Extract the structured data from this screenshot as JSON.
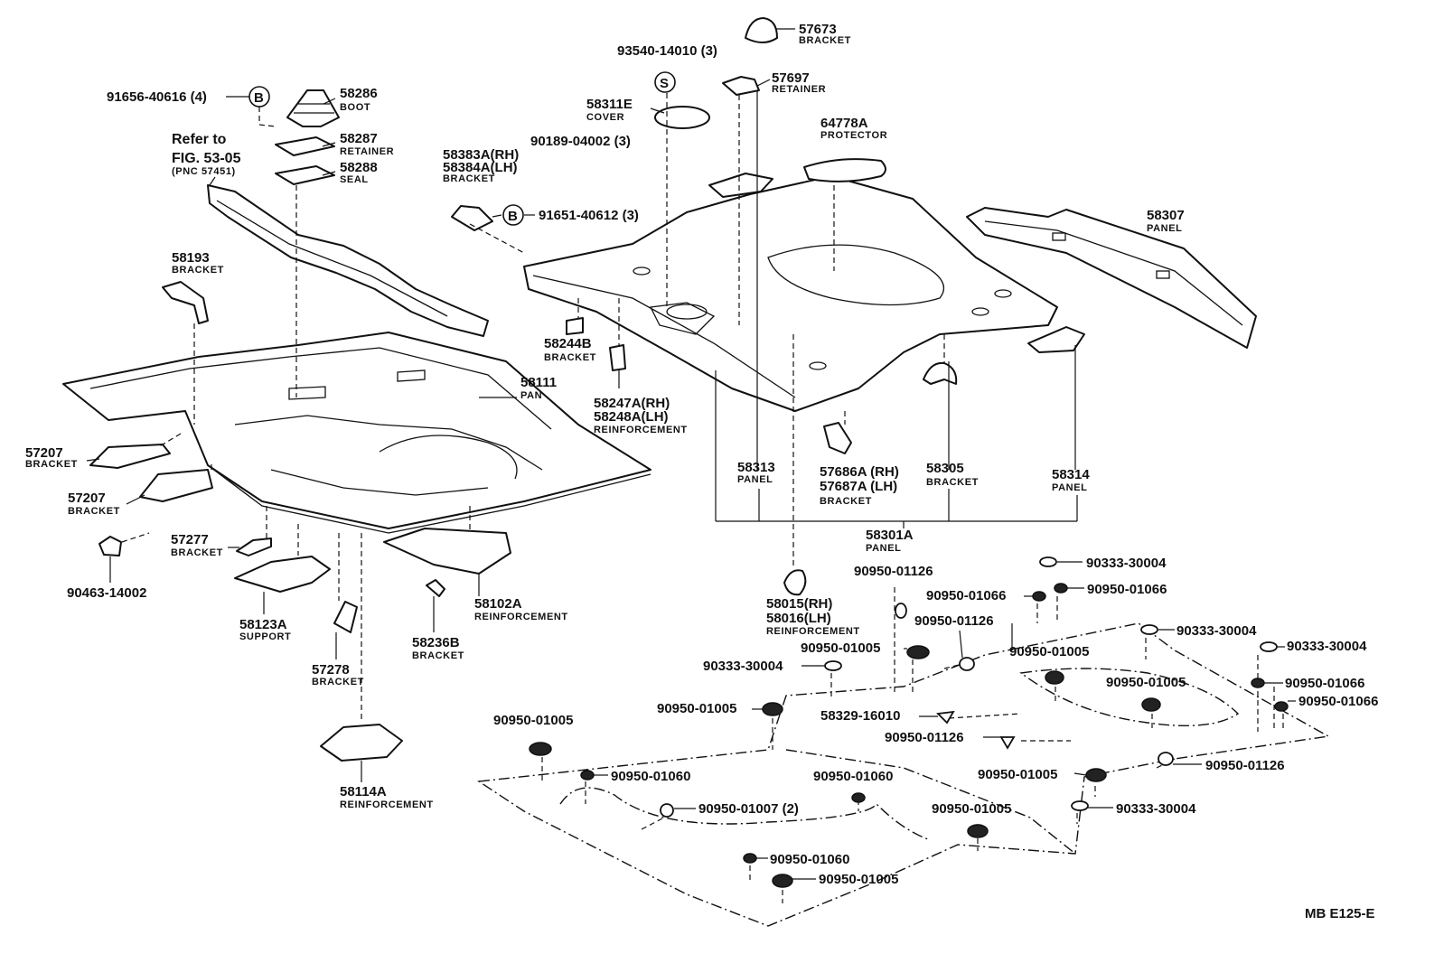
{
  "figure_code": "MB  E125-E",
  "reference": {
    "line1": "Refer to",
    "line2": "FIG. 53-05",
    "line3": "(PNC 57451)"
  },
  "symbols": {
    "b": "B",
    "s": "S"
  },
  "labels": {
    "p57673": "57673",
    "n57673": "BRACKET",
    "p93540": "93540-14010 (3)",
    "p57697": "57697",
    "n57697": "RETAINER",
    "p91656": "91656-40616 (4)",
    "p58286": "58286",
    "n58286": "BOOT",
    "p58287": "58287",
    "n58287": "RETAINER",
    "p58288": "58288",
    "n58288": "SEAL",
    "p58311E": "58311E",
    "n58311E": "COVER",
    "p64778A": "64778A",
    "n64778A": "PROTECTOR",
    "p90189": "90189-04002 (3)",
    "p58383A": "58383A(RH)",
    "p58384A": "58384A(LH)",
    "n58383A": "BRACKET",
    "p91651": "91651-40612 (3)",
    "p58307": "58307",
    "n58307": "PANEL",
    "p58193": "58193",
    "n58193": "BRACKET",
    "p58244B": "58244B",
    "n58244B": "BRACKET",
    "p58247A": "58247A(RH)",
    "p58248A": "58248A(LH)",
    "n58247A": "REINFORCEMENT",
    "p58111": "58111",
    "n58111": "PAN",
    "p57207a": "57207",
    "n57207a": "BRACKET",
    "p57207b": "57207",
    "n57207b": "BRACKET",
    "p58313": "58313",
    "n58313": "PANEL",
    "p57686A": "57686A (RH)",
    "p57687A": "57687A (LH)",
    "n57686A": "BRACKET",
    "p58305": "58305",
    "n58305": "BRACKET",
    "p58314": "58314",
    "n58314": "PANEL",
    "p58301A": "58301A",
    "n58301A": "PANEL",
    "p57277": "57277",
    "n57277": "BRACKET",
    "p90463": "90463-14002",
    "p58123A": "58123A",
    "n58123A": "SUPPORT",
    "p58102A": "58102A",
    "n58102A": "REINFORCEMENT",
    "p58236B": "58236B",
    "n58236B": "BRACKET",
    "p57278": "57278",
    "n57278": "BRACKET",
    "p58114A": "58114A",
    "n58114A": "REINFORCEMENT",
    "p58015": "58015(RH)",
    "p58016": "58016(LH)",
    "n58015": "REINFORCEMENT",
    "c1": "90950-01126",
    "c2": "90333-30004",
    "c3": "90950-01066",
    "c4": "90950-01066",
    "c5": "90950-01126",
    "c6": "90333-30004",
    "c7": "90950-01005",
    "c8": "90333-30004",
    "c9": "90950-01005",
    "c10": "90333-30004",
    "c11": "90950-01005",
    "c12": "90950-01066",
    "c13": "90950-01066",
    "c14": "90950-01005",
    "c15": "58329-16010",
    "c16": "90950-01005",
    "c17": "90950-01126",
    "c18": "90950-01126",
    "c19": "90950-01060",
    "c20": "90950-01060",
    "c21": "90950-01005",
    "c22": "90333-30004",
    "c23": "90950-01007 (2)",
    "c24": "90950-01005",
    "c25": "90950-01060",
    "c26": "90950-01005"
  }
}
